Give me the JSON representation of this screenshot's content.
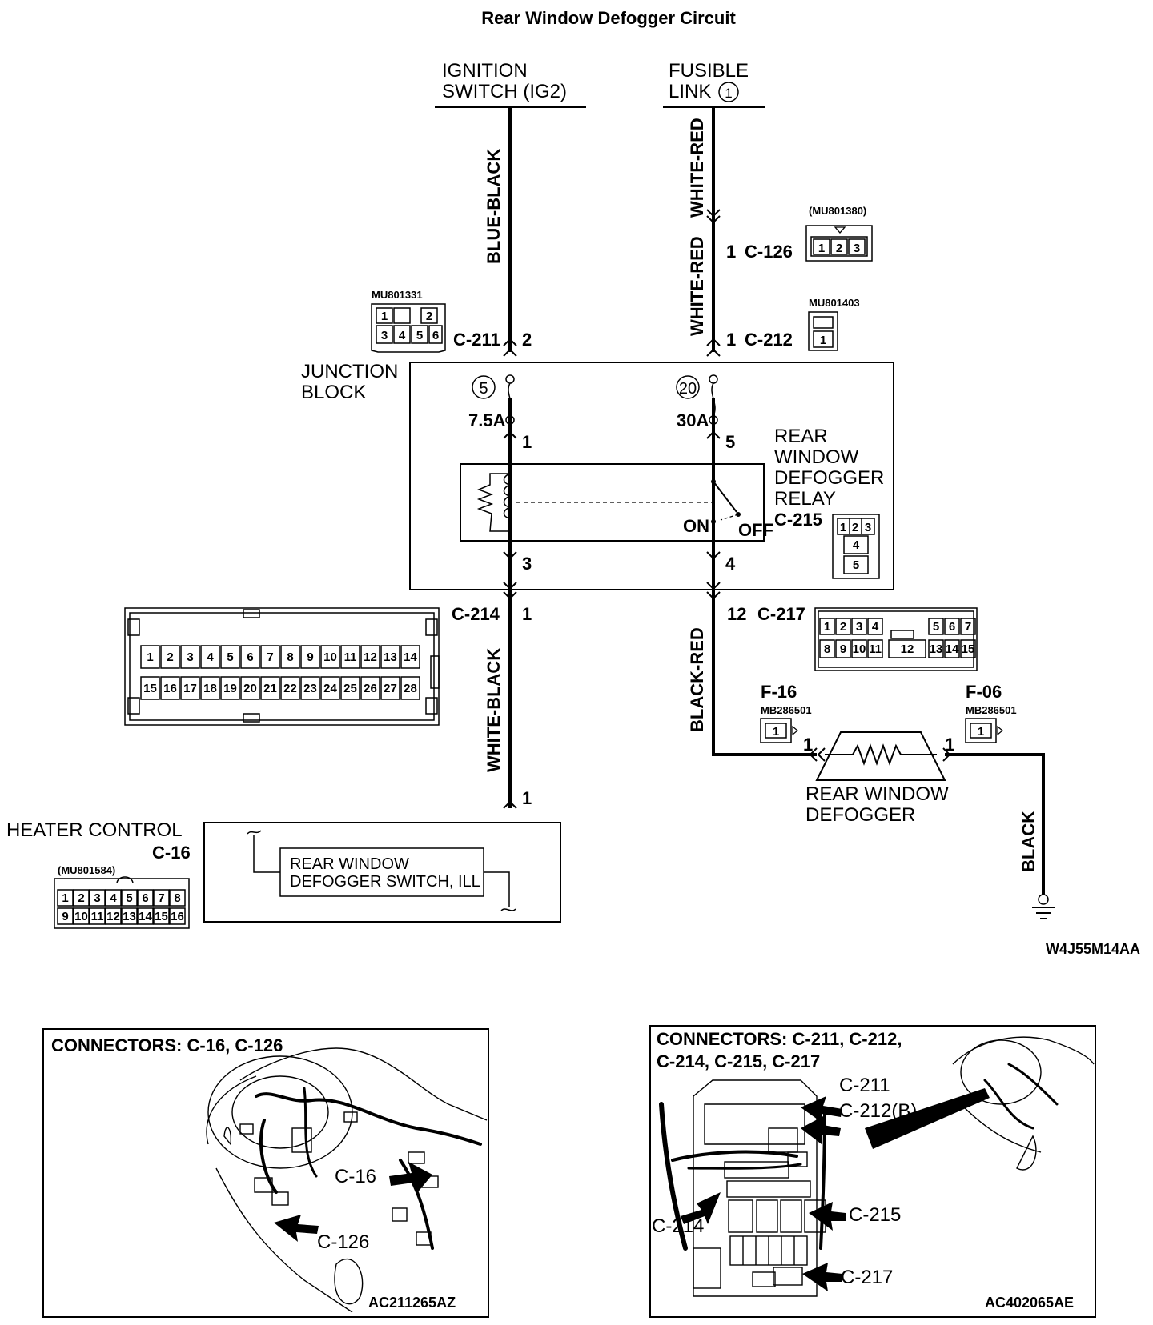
{
  "title": "Rear Window Defogger Circuit",
  "sources": {
    "ignition_line1": "IGNITION",
    "ignition_line2": "SWITCH (IG2)",
    "fusible_line1": "FUSIBLE",
    "fusible_line2": "LINK",
    "fusible_num": "1"
  },
  "wires": {
    "blue_black": "BLUE-BLACK",
    "white_red_top": "WHITE-RED",
    "white_red_bottom": "WHITE-RED",
    "white_black": "WHITE-BLACK",
    "black_red": "BLACK-RED",
    "black": "BLACK"
  },
  "connectors": {
    "c126": {
      "pin": "1",
      "name": "C-126",
      "part": "(MU801380)",
      "cells": [
        "1",
        "2",
        "3"
      ]
    },
    "c212": {
      "pin": "1",
      "name": "C-212",
      "part": "MU801403",
      "cells": [
        "1"
      ]
    },
    "c211": {
      "pin": "2",
      "name": "C-211",
      "part": "MU801331",
      "cells_top": [
        "1",
        "",
        "2"
      ],
      "cells_bottom": [
        "3",
        "4",
        "5",
        "6"
      ]
    },
    "c214": {
      "pin": "1",
      "name": "C-214",
      "row1": [
        "1",
        "2",
        "3",
        "4",
        "5",
        "6",
        "7",
        "8",
        "9",
        "10",
        "11",
        "12",
        "13",
        "14"
      ],
      "row2": [
        "15",
        "16",
        "17",
        "18",
        "19",
        "20",
        "21",
        "22",
        "23",
        "24",
        "25",
        "26",
        "27",
        "28"
      ]
    },
    "c217": {
      "pin": "12",
      "name": "C-217",
      "row1": [
        "1",
        "2",
        "3",
        "4",
        "5",
        "6",
        "7"
      ],
      "row2": [
        "8",
        "9",
        "10",
        "11",
        "12",
        "13",
        "14",
        "15"
      ]
    },
    "c215": {
      "name": "C-215",
      "cells": [
        "1",
        "2",
        "3",
        "4",
        "5"
      ]
    },
    "f16": {
      "name": "F-16",
      "part": "MB286501",
      "cell": "1",
      "pin": "1"
    },
    "f06": {
      "name": "F-06",
      "part": "MB286501",
      "cell": "1",
      "pin": "1"
    },
    "c16": {
      "name": "C-16",
      "part": "(MU801584)",
      "pin": "1",
      "row1": [
        "1",
        "2",
        "3",
        "4",
        "5",
        "6",
        "7",
        "8"
      ],
      "row2": [
        "9",
        "10",
        "11",
        "12",
        "13",
        "14",
        "15",
        "16"
      ]
    }
  },
  "junction_block": {
    "label_line1": "JUNCTION",
    "label_line2": "BLOCK",
    "fuse5": {
      "num": "5",
      "rating": "7.5A"
    },
    "fuse20": {
      "num": "20",
      "rating": "30A"
    },
    "pin_1": "1",
    "pin_5": "5",
    "pin_3": "3",
    "pin_4": "4",
    "relay_line1": "REAR",
    "relay_line2": "WINDOW",
    "relay_line3": "DEFOGGER",
    "relay_line4": "RELAY",
    "on": "ON",
    "off": "OFF"
  },
  "defogger": {
    "line1": "REAR WINDOW",
    "line2": "DEFOGGER"
  },
  "heater_control": {
    "line1": "HEATER CONTROL",
    "switch_line1": "REAR WINDOW",
    "switch_line2": "DEFOGGER SWITCH, ILL"
  },
  "diagram_code": "W4J55M14AA",
  "panel_left": {
    "heading": "CONNECTORS: C-16, C-126",
    "callout_a": "C-16",
    "callout_b": "C-126",
    "code": "AC211265AZ"
  },
  "panel_right": {
    "heading1": "CONNECTORS: C-211, C-212,",
    "heading2": "C-214, C-215, C-217",
    "callout_a": "C-211",
    "callout_b": "C-212(B)",
    "callout_c": "C-215",
    "callout_d": "C-214",
    "callout_e": "C-217",
    "code": "AC402065AE"
  }
}
